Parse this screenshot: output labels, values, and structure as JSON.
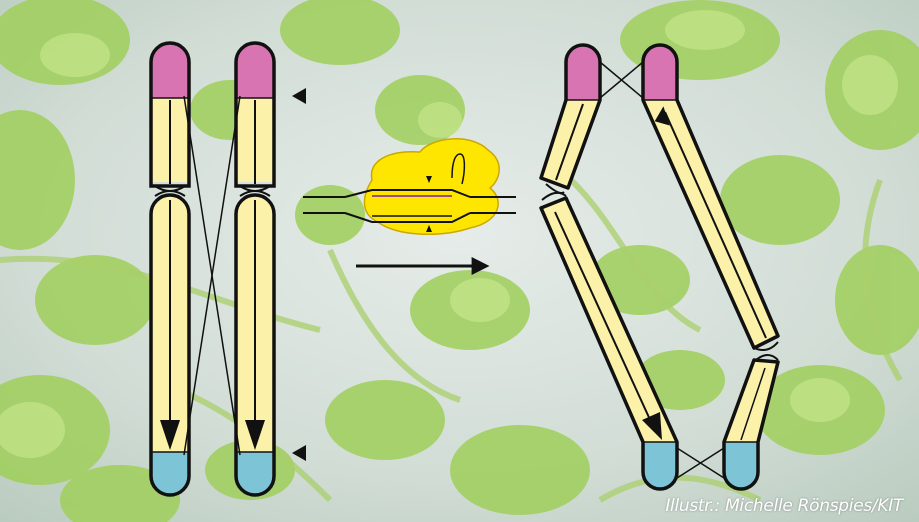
{
  "credit": "Illustr.: Michelle Rönspies/KIT",
  "colors": {
    "chromosome_body": "#fbf1a8",
    "telomere_top": "#d974b3",
    "telomere_bottom": "#7dc4d6",
    "outline": "#111111",
    "enzyme": "#ffe600",
    "dna_inner": "#9c4a86"
  },
  "icons": [
    "chromosome",
    "nuclease-enzyme",
    "reaction-arrow",
    "cut-site-marker",
    "crossover-line"
  ]
}
